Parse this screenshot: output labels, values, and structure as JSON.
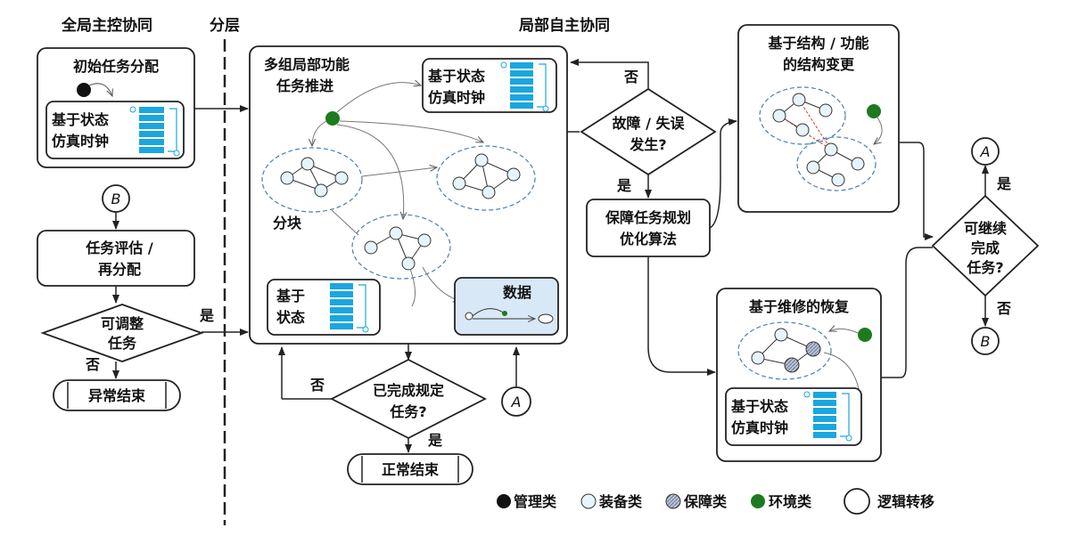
{
  "headers": {
    "global": "全局主控协同",
    "layer": "分层",
    "local": "局部自主协同"
  },
  "left": {
    "init_alloc": "初始任务分配",
    "clock_1": "基于状态",
    "clock_2": "仿真时钟",
    "node_b": "B",
    "eval_1": "任务评估 /",
    "eval_2": "再分配",
    "adjust_1": "可调整",
    "adjust_2": "任务",
    "yes": "是",
    "no": "否",
    "abnormal_end": "异常结束"
  },
  "center": {
    "title_1": "多组局部功能",
    "title_2": "任务推进",
    "clock_1": "基于状态",
    "clock_2": "仿真时钟",
    "block": "分块",
    "state_1": "基于",
    "state_2": "状态",
    "data": "数据",
    "done_1": "已完成规定",
    "done_2": "任务?",
    "no": "否",
    "yes": "是",
    "normal_end": "正常结束",
    "node_a": "A"
  },
  "right": {
    "fault_1": "故障 / 失误",
    "fault_2": "发生?",
    "no": "否",
    "yes": "是",
    "opt_1": "保障任务规划",
    "opt_2": "优化算法",
    "struct_1": "基于结构 / 功能",
    "struct_2": "的结构变更",
    "repair": "基于维修的恢复",
    "clock_1": "基于状态",
    "clock_2": "仿真时钟",
    "cont_1": "可继续",
    "cont_2": "完成",
    "cont_3": "任务?",
    "node_a": "A",
    "node_b": "B"
  },
  "legend": [
    {
      "label": "管理类",
      "color": "#111111"
    },
    {
      "label": "装备类",
      "color": "#e6f5fb"
    },
    {
      "label": "保障类",
      "color": "#a9b3c8"
    },
    {
      "label": "环境类",
      "color": "#1e7a1e"
    },
    {
      "label": "逻辑转移",
      "color": "#ffffff"
    }
  ]
}
